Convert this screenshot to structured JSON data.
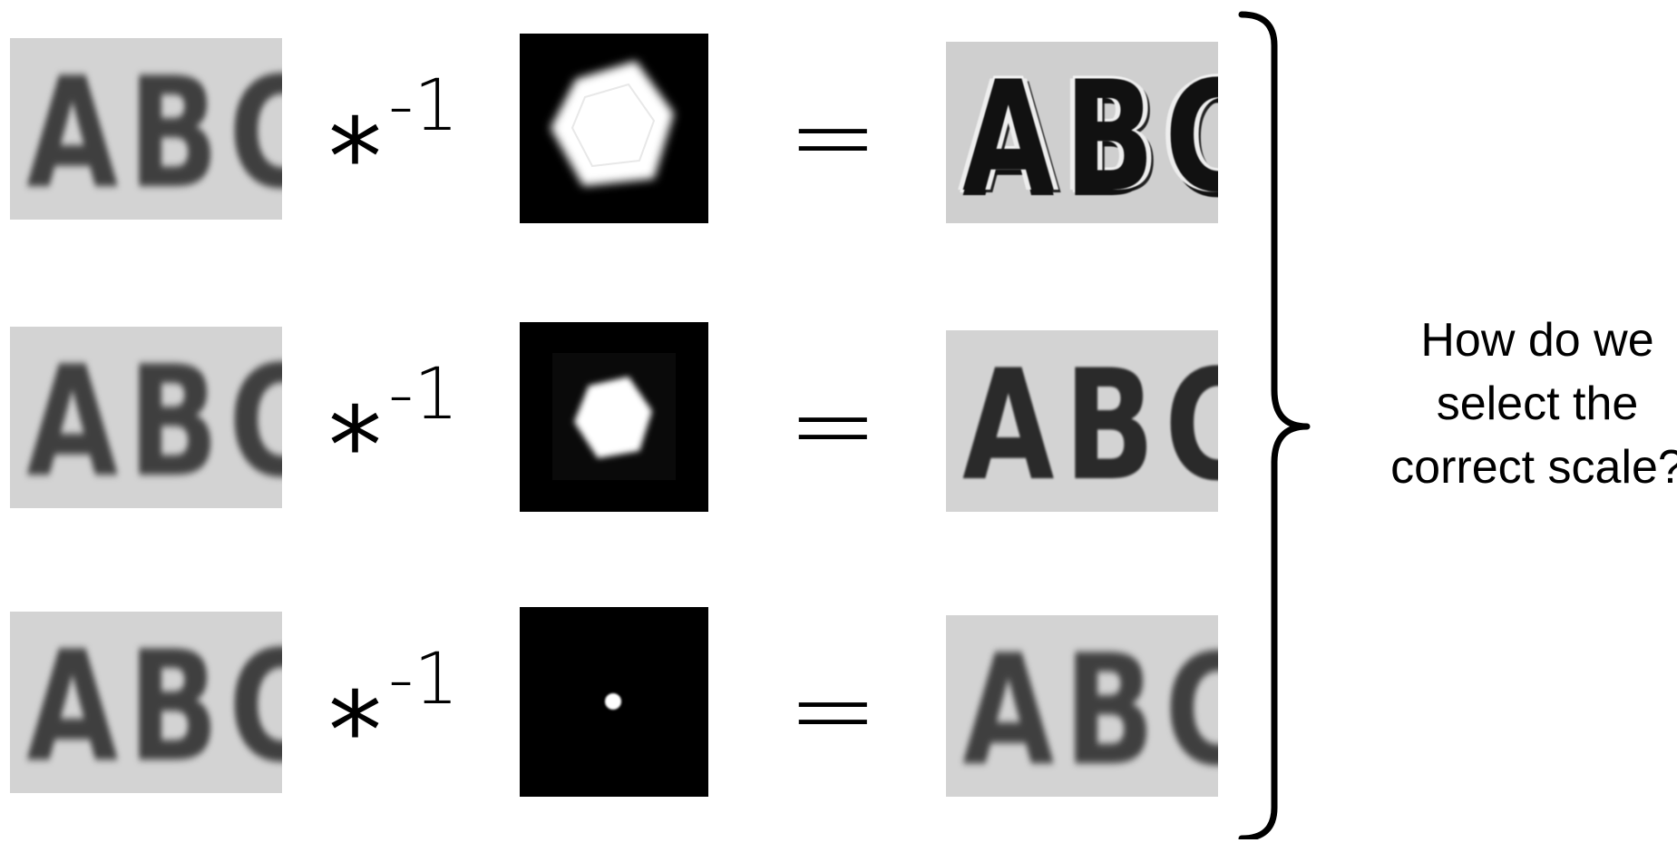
{
  "figure": {
    "input_text": "ABC",
    "operator_symbol": "*",
    "operator_exponent": "-1",
    "equals_symbol": "=",
    "question": "How do we select the correct scale?",
    "rows": [
      {
        "kernel_scale": "large",
        "result": "ringing artifacts"
      },
      {
        "kernel_scale": "medium",
        "result": "sharpened"
      },
      {
        "kernel_scale": "small",
        "result": "unchanged blur"
      }
    ]
  }
}
